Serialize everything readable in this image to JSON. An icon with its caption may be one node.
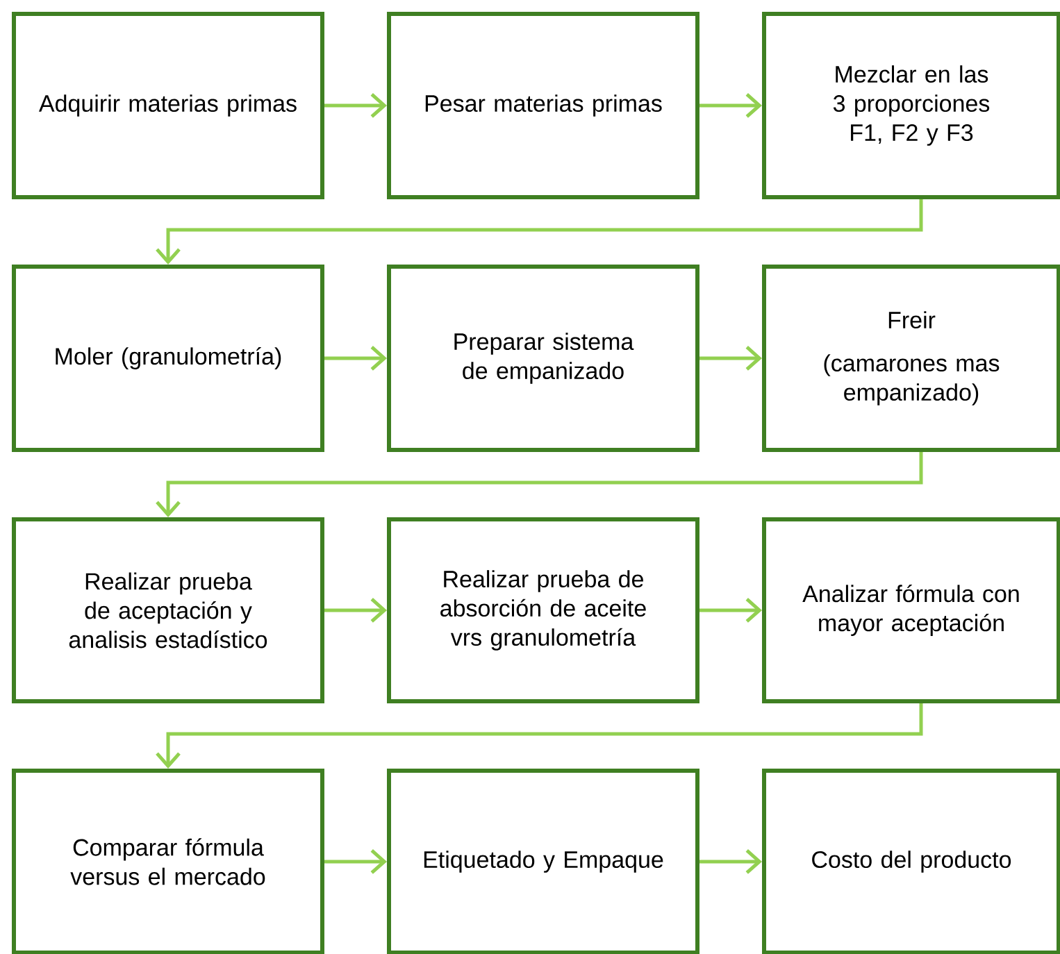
{
  "diagram": {
    "nodes": [
      {
        "text": [
          "Adquirir materias primas"
        ]
      },
      {
        "text": [
          "Pesar materias primas"
        ]
      },
      {
        "text": [
          "Mezclar en las 3 proporciones F1, F2 y F3"
        ]
      },
      {
        "text": [
          "Moler (granulometría)"
        ]
      },
      {
        "text": [
          "Preparar sistema de empanizado"
        ]
      },
      {
        "text": [
          "Freir",
          "(camarones mas empanizado)"
        ]
      },
      {
        "text": [
          "Realizar prueba de aceptación y analisis estadístico"
        ]
      },
      {
        "text": [
          "Realizar prueba de absorción de aceite vrs granulometría"
        ]
      },
      {
        "text": [
          "Analizar fórmula con mayor aceptación"
        ]
      },
      {
        "text": [
          "Comparar fórmula versus el mercado"
        ]
      },
      {
        "text": [
          "Etiquetado y Empaque"
        ]
      },
      {
        "text": [
          "Costo del producto"
        ]
      }
    ],
    "edges": [
      {
        "from": 0,
        "to": 1,
        "arrow": "to"
      },
      {
        "from": 1,
        "to": 2,
        "arrow": "to"
      },
      {
        "from": 2,
        "to": 3,
        "arrow": "to"
      },
      {
        "from": 3,
        "to": 4,
        "arrow": "to"
      },
      {
        "from": 4,
        "to": 5,
        "arrow": "to"
      },
      {
        "from": 5,
        "to": 6,
        "arrow": "to"
      },
      {
        "from": 6,
        "to": 7,
        "arrow": "to"
      },
      {
        "from": 7,
        "to": 8,
        "arrow": "to"
      },
      {
        "from": 8,
        "to": 9,
        "arrow": "to"
      },
      {
        "from": 9,
        "to": 10,
        "arrow": "to"
      },
      {
        "from": 10,
        "to": 11,
        "arrow": "to"
      }
    ]
  }
}
